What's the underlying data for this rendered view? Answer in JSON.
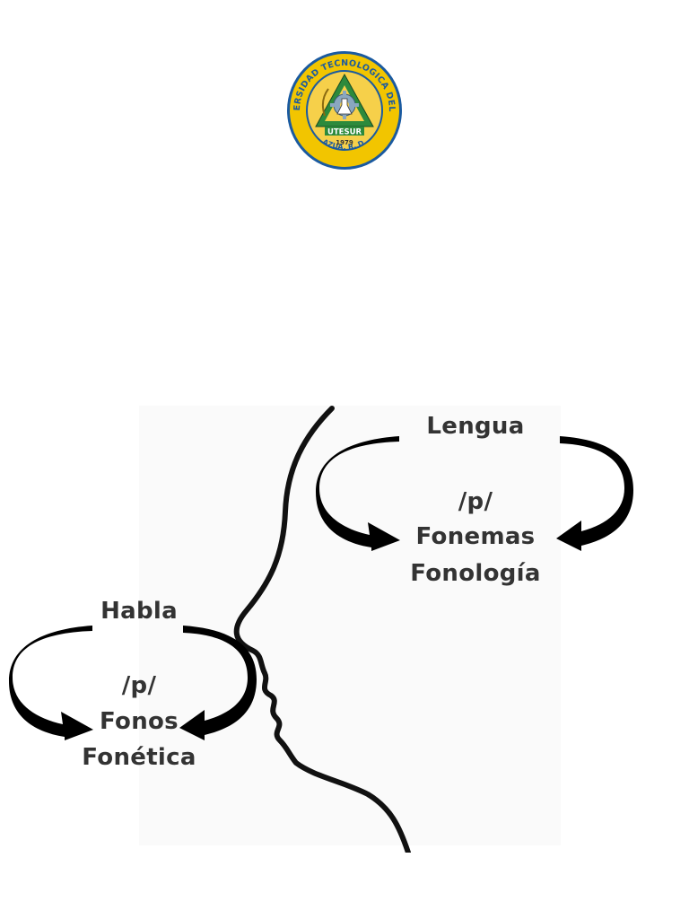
{
  "seal": {
    "ring_text": "UNIVERSIDAD TECNOLOGICA DEL SUR",
    "acronym": "UTESUR",
    "year": "1979",
    "location": "AZUA, R. D.",
    "colors": {
      "ring": "#f2c500",
      "outline": "#1a5aa0",
      "triangle": "#2d8a3c",
      "gear": "#8aa7bf",
      "inner": "#f6d04a"
    }
  },
  "diagram": {
    "lengua": {
      "title": "Lengua",
      "symbol": "/p/",
      "unit": "Fonemas",
      "discipline": "Fonología"
    },
    "habla": {
      "title": "Habla",
      "symbol": "/p/",
      "unit": "Fonos",
      "discipline": "Fonética"
    },
    "colors": {
      "text": "#333333",
      "arrow": "#000000",
      "profile": "#111111",
      "background": "#fafafa"
    },
    "icons": [
      "curved-arrow-left",
      "curved-arrow-right",
      "head-profile"
    ]
  }
}
